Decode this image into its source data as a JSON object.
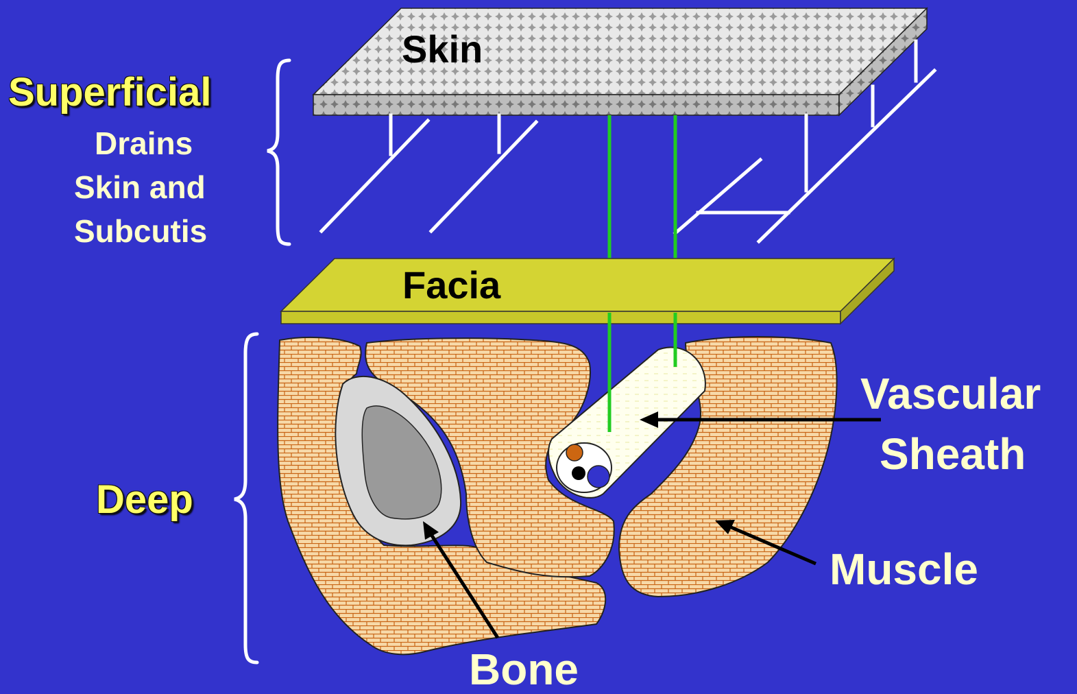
{
  "labels": {
    "skin": "Skin",
    "superficial": "Superficial",
    "drains_line1": "Drains",
    "drains_line2": "Skin and",
    "drains_line3": "Subcutis",
    "facia": "Facia",
    "deep": "Deep",
    "vascular_line1": "Vascular",
    "vascular_line2": "Sheath",
    "muscle": "Muscle",
    "bone": "Bone"
  },
  "colors": {
    "background": "#3333cc",
    "title_yellow": "#ffff66",
    "label_cream": "#ffffcc",
    "facia": "#d4d433",
    "muscle_fill": "#f7d9a8",
    "muscle_brick": "#c86414",
    "lymph_vessel": "#ffffff",
    "perforating_vessel": "#22cc22"
  }
}
